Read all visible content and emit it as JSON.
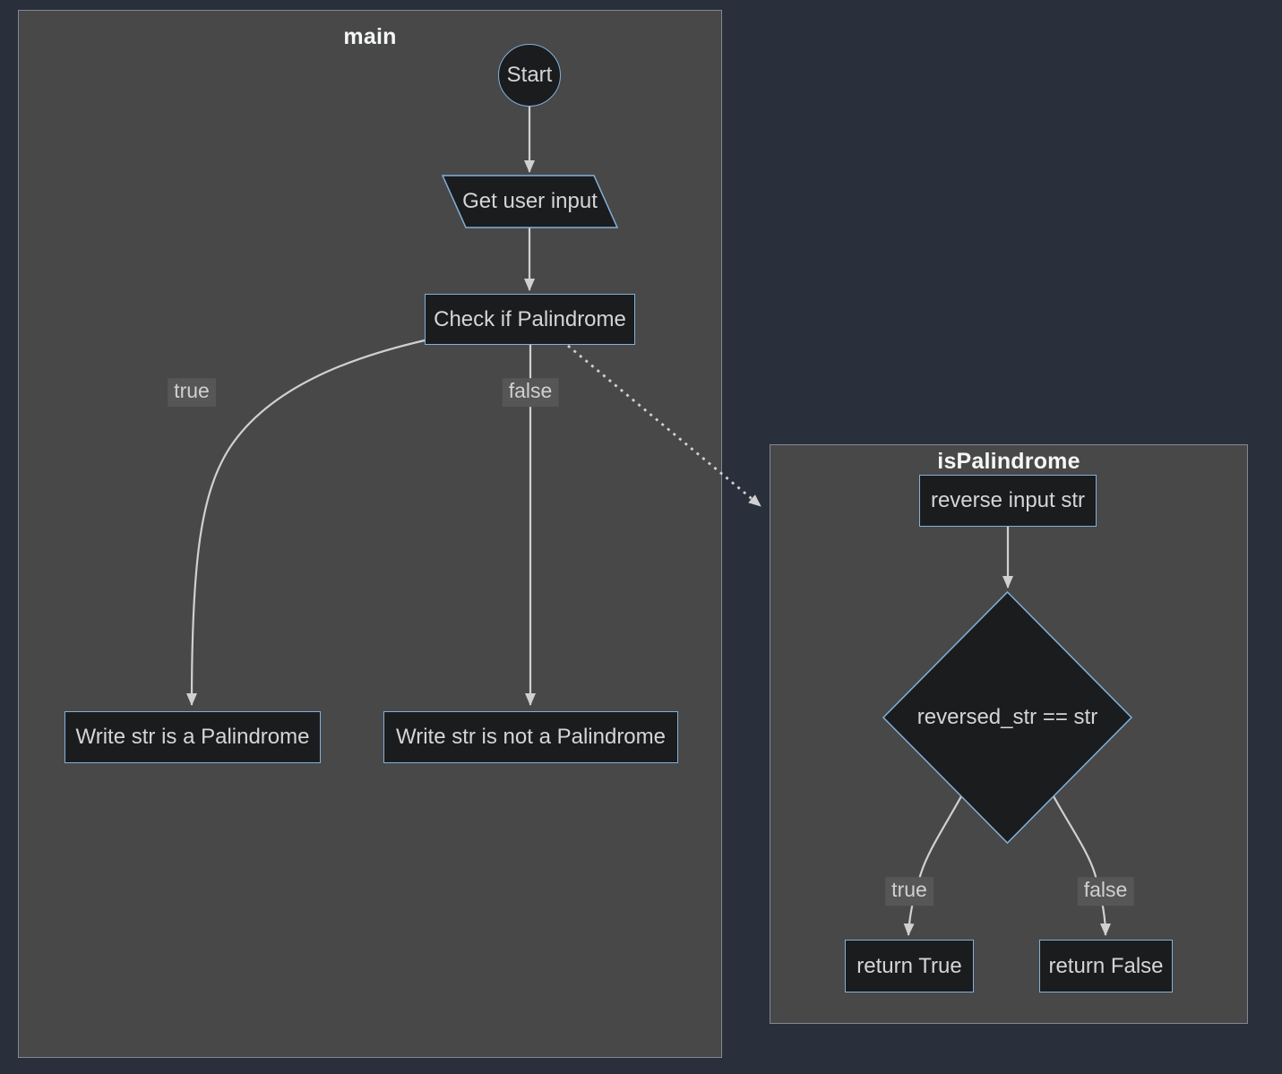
{
  "diagram": {
    "clusters": {
      "main": {
        "title": "main"
      },
      "isPalindrome": {
        "title": "isPalindrome"
      }
    },
    "nodes": {
      "start": {
        "label": "Start",
        "shape": "circle"
      },
      "get_input": {
        "label": "Get user input",
        "shape": "parallelogram"
      },
      "check": {
        "label": "Check if Palindrome",
        "shape": "rect"
      },
      "write_pal": {
        "label": "Write str is a Palindrome",
        "shape": "rect"
      },
      "write_not_pal": {
        "label": "Write str is not a Palindrome",
        "shape": "rect"
      },
      "reverse": {
        "label": "reverse input str",
        "shape": "rect"
      },
      "compare": {
        "label": "reversed_str == str",
        "shape": "diamond"
      },
      "ret_true": {
        "label": "return True",
        "shape": "rect"
      },
      "ret_false": {
        "label": "return False",
        "shape": "rect"
      }
    },
    "edge_labels": {
      "main_true": "true",
      "main_false": "false",
      "pal_true": "true",
      "pal_false": "false"
    },
    "colors": {
      "page_bg": "#2a2f3c",
      "cluster_bg": "#484848",
      "cluster_border": "#828792",
      "node_fill": "#1b1c1e",
      "node_border": "#81b1db",
      "node_text": "#d5d5d5",
      "title_text": "#f5f8f7",
      "edge": "#d0d0d0",
      "edge_label_bg": "#565656",
      "edge_label_text": "#d0d0d0"
    }
  }
}
